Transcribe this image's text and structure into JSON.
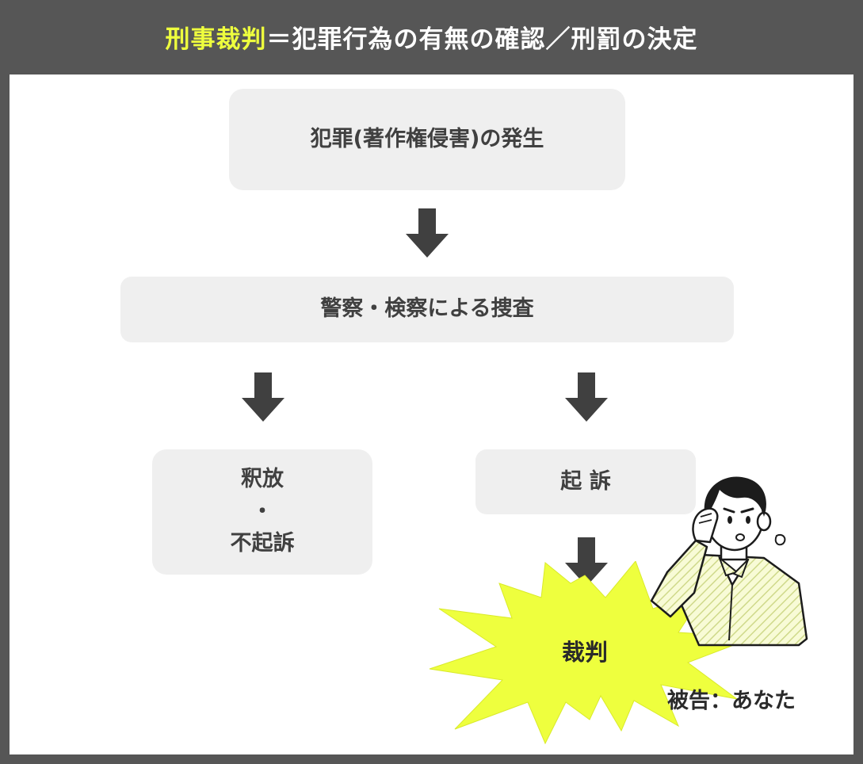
{
  "header": {
    "title_highlight": "刑事裁判",
    "title_rest": "＝犯罪行為の有無の確認／刑罰の決定",
    "highlight_color": "#eeff3e"
  },
  "flow": {
    "step1": "犯罪(著作権侵害)の発生",
    "step2": "警察・検察による捜査",
    "release": {
      "line1": "釈放",
      "line2": "・",
      "line3": "不起訴"
    },
    "indictment": "起 訴",
    "trial": "裁判",
    "defendant": "被告：あなた"
  },
  "icons": [
    "down-arrow-icon",
    "person-worried-icon",
    "burst-shape"
  ],
  "colors": {
    "frame": "#565656",
    "box": "#efefef",
    "arrow": "#404040",
    "burst": "#eeff3e"
  }
}
